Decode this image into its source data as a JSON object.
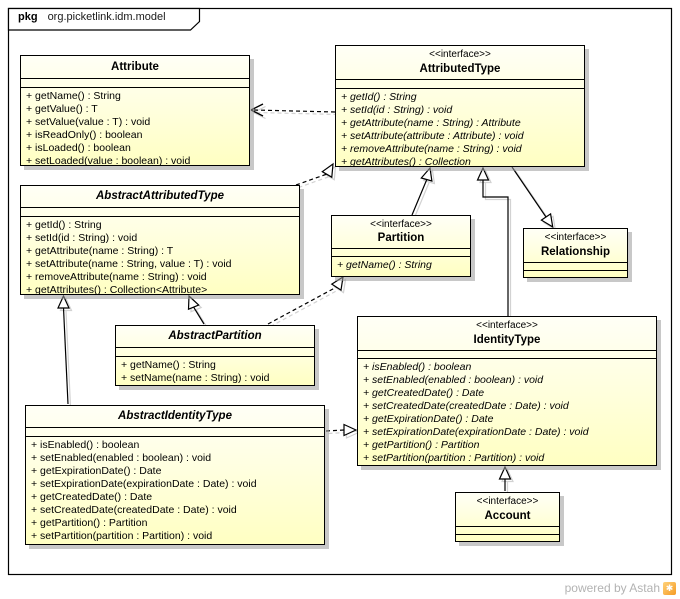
{
  "frame": {
    "keyword": "pkg",
    "title": "org.picketlink.idm.model"
  },
  "footer": {
    "credit": "powered by Astah",
    "logo": "astah-logo"
  },
  "colors": {
    "box_fill_top": "#fffff6",
    "box_fill_bottom": "#ffffc2",
    "box_border": "#000000",
    "shadow": "#9a9a9a",
    "background": "#ffffff",
    "footer_text": "#b3b3b3"
  },
  "classes": [
    {
      "id": "attribute",
      "kind": "class",
      "stereotype": "",
      "name": "Attribute",
      "methods": [
        "+ getName() : String",
        "+ getValue() : T",
        "+ setValue(value : T) : void",
        "+ isReadOnly() : boolean",
        "+ isLoaded() : boolean",
        "+ setLoaded(value : boolean) : void"
      ]
    },
    {
      "id": "attributed-type",
      "kind": "interface",
      "stereotype": "<<interface>>",
      "name": "AttributedType",
      "methods": [
        "+ getId() : String",
        "+ setId(id : String) : void",
        "+ getAttribute(name : String) : Attribute",
        "+ setAttribute(attribute : Attribute) : void",
        "+ removeAttribute(name : String) : void",
        "+ getAttributes() : Collection"
      ]
    },
    {
      "id": "abstract-attributed-type",
      "kind": "abstract-class",
      "stereotype": "",
      "name": "AbstractAttributedType",
      "methods": [
        "+ getId() : String",
        "+ setId(id : String) : void",
        "+ getAttribute(name : String) : T",
        "+ setAttribute(name : String, value : T) : void",
        "+ removeAttribute(name : String) : void",
        "+ getAttributes() : Collection<Attribute>"
      ]
    },
    {
      "id": "partition",
      "kind": "interface",
      "stereotype": "<<interface>>",
      "name": "Partition",
      "methods": [
        "+ getName() : String"
      ]
    },
    {
      "id": "relationship",
      "kind": "interface",
      "stereotype": "<<interface>>",
      "name": "Relationship",
      "methods": []
    },
    {
      "id": "abstract-partition",
      "kind": "abstract-class",
      "stereotype": "",
      "name": "AbstractPartition",
      "methods": [
        "+ getName() : String",
        "+ setName(name : String) : void"
      ]
    },
    {
      "id": "identity-type",
      "kind": "interface",
      "stereotype": "<<interface>>",
      "name": "IdentityType",
      "methods": [
        "+ isEnabled() : boolean",
        "+ setEnabled(enabled : boolean) : void",
        "+ getCreatedDate() : Date",
        "+ setCreatedDate(createdDate : Date) : void",
        "+ getExpirationDate() : Date",
        "+ setExpirationDate(expirationDate : Date) : void",
        "+ getPartition() : Partition",
        "+ setPartition(partition : Partition) : void"
      ]
    },
    {
      "id": "abstract-identity-type",
      "kind": "abstract-class",
      "stereotype": "",
      "name": "AbstractIdentityType",
      "methods": [
        "+ isEnabled() : boolean",
        "+ setEnabled(enabled : boolean) : void",
        "+ getExpirationDate() : Date",
        "+ setExpirationDate(expirationDate : Date) : void",
        "+ getCreatedDate() : Date",
        "+ setCreatedDate(createdDate : Date) : void",
        "+ getPartition() : Partition",
        "+ setPartition(partition : Partition) : void"
      ]
    },
    {
      "id": "account",
      "kind": "interface",
      "stereotype": "<<interface>>",
      "name": "Account",
      "methods": []
    }
  ],
  "relationships": [
    {
      "type": "dependency",
      "from": "AttributedType",
      "to": "Attribute"
    },
    {
      "type": "realization",
      "from": "AbstractAttributedType",
      "to": "AttributedType"
    },
    {
      "type": "generalization",
      "from": "Partition",
      "to": "AttributedType"
    },
    {
      "type": "generalization",
      "from": "IdentityType",
      "to": "AttributedType"
    },
    {
      "type": "generalization",
      "from": "AttributedType",
      "to": "Relationship"
    },
    {
      "type": "realization",
      "from": "AbstractPartition",
      "to": "Partition"
    },
    {
      "type": "generalization",
      "from": "AbstractPartition",
      "to": "AbstractAttributedType"
    },
    {
      "type": "generalization",
      "from": "AbstractIdentityType",
      "to": "AbstractAttributedType"
    },
    {
      "type": "realization",
      "from": "AbstractIdentityType",
      "to": "IdentityType"
    },
    {
      "type": "generalization",
      "from": "Account",
      "to": "IdentityType"
    }
  ]
}
